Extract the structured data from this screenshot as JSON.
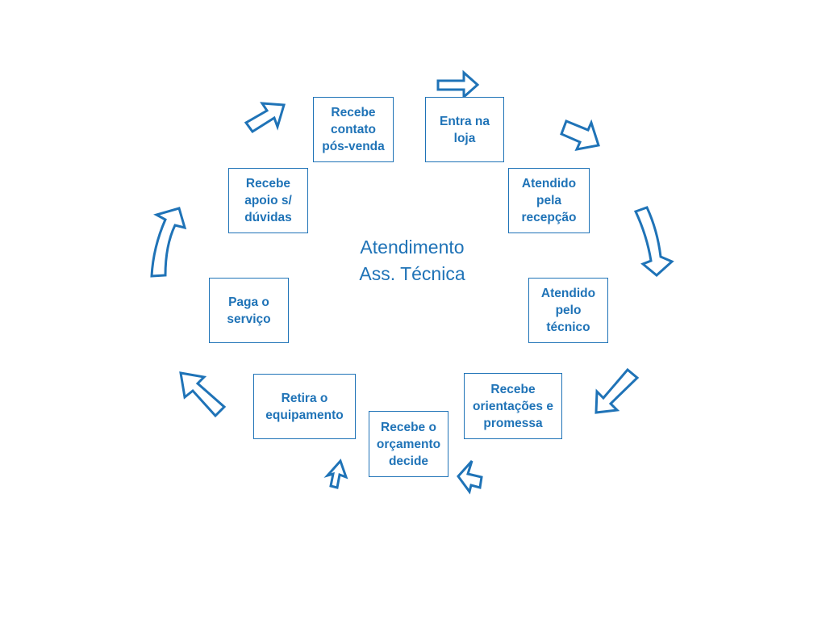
{
  "diagram": {
    "center_title": "Atendimento\nAss. Técnica",
    "steps": [
      "Entra na\nloja",
      "Atendido\npela\nrecepção",
      "Atendido\npelo\ntécnico",
      "Recebe\norientações e\npromessa",
      "Recebe o\norçamento\ndecide",
      "Retira o\nequipamento",
      "Paga o\nserviço",
      "Recebe\napoio s/\ndúvidas",
      "Recebe\ncontato\npós-venda"
    ]
  },
  "colors": {
    "accent": "#1f73b7",
    "background": "#ffffff"
  }
}
